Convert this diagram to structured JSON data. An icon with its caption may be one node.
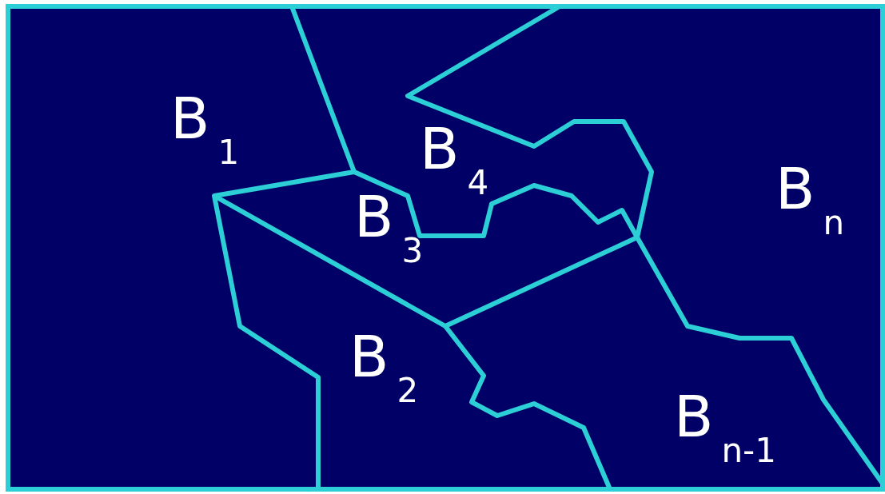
{
  "diagram": {
    "labels": [
      "B$_{1}$",
      "B$_{4}$",
      "B$_{3}$",
      "B$_{n}$",
      "B$_{2}$",
      "B$_{n-1}$"
    ]
  }
}
